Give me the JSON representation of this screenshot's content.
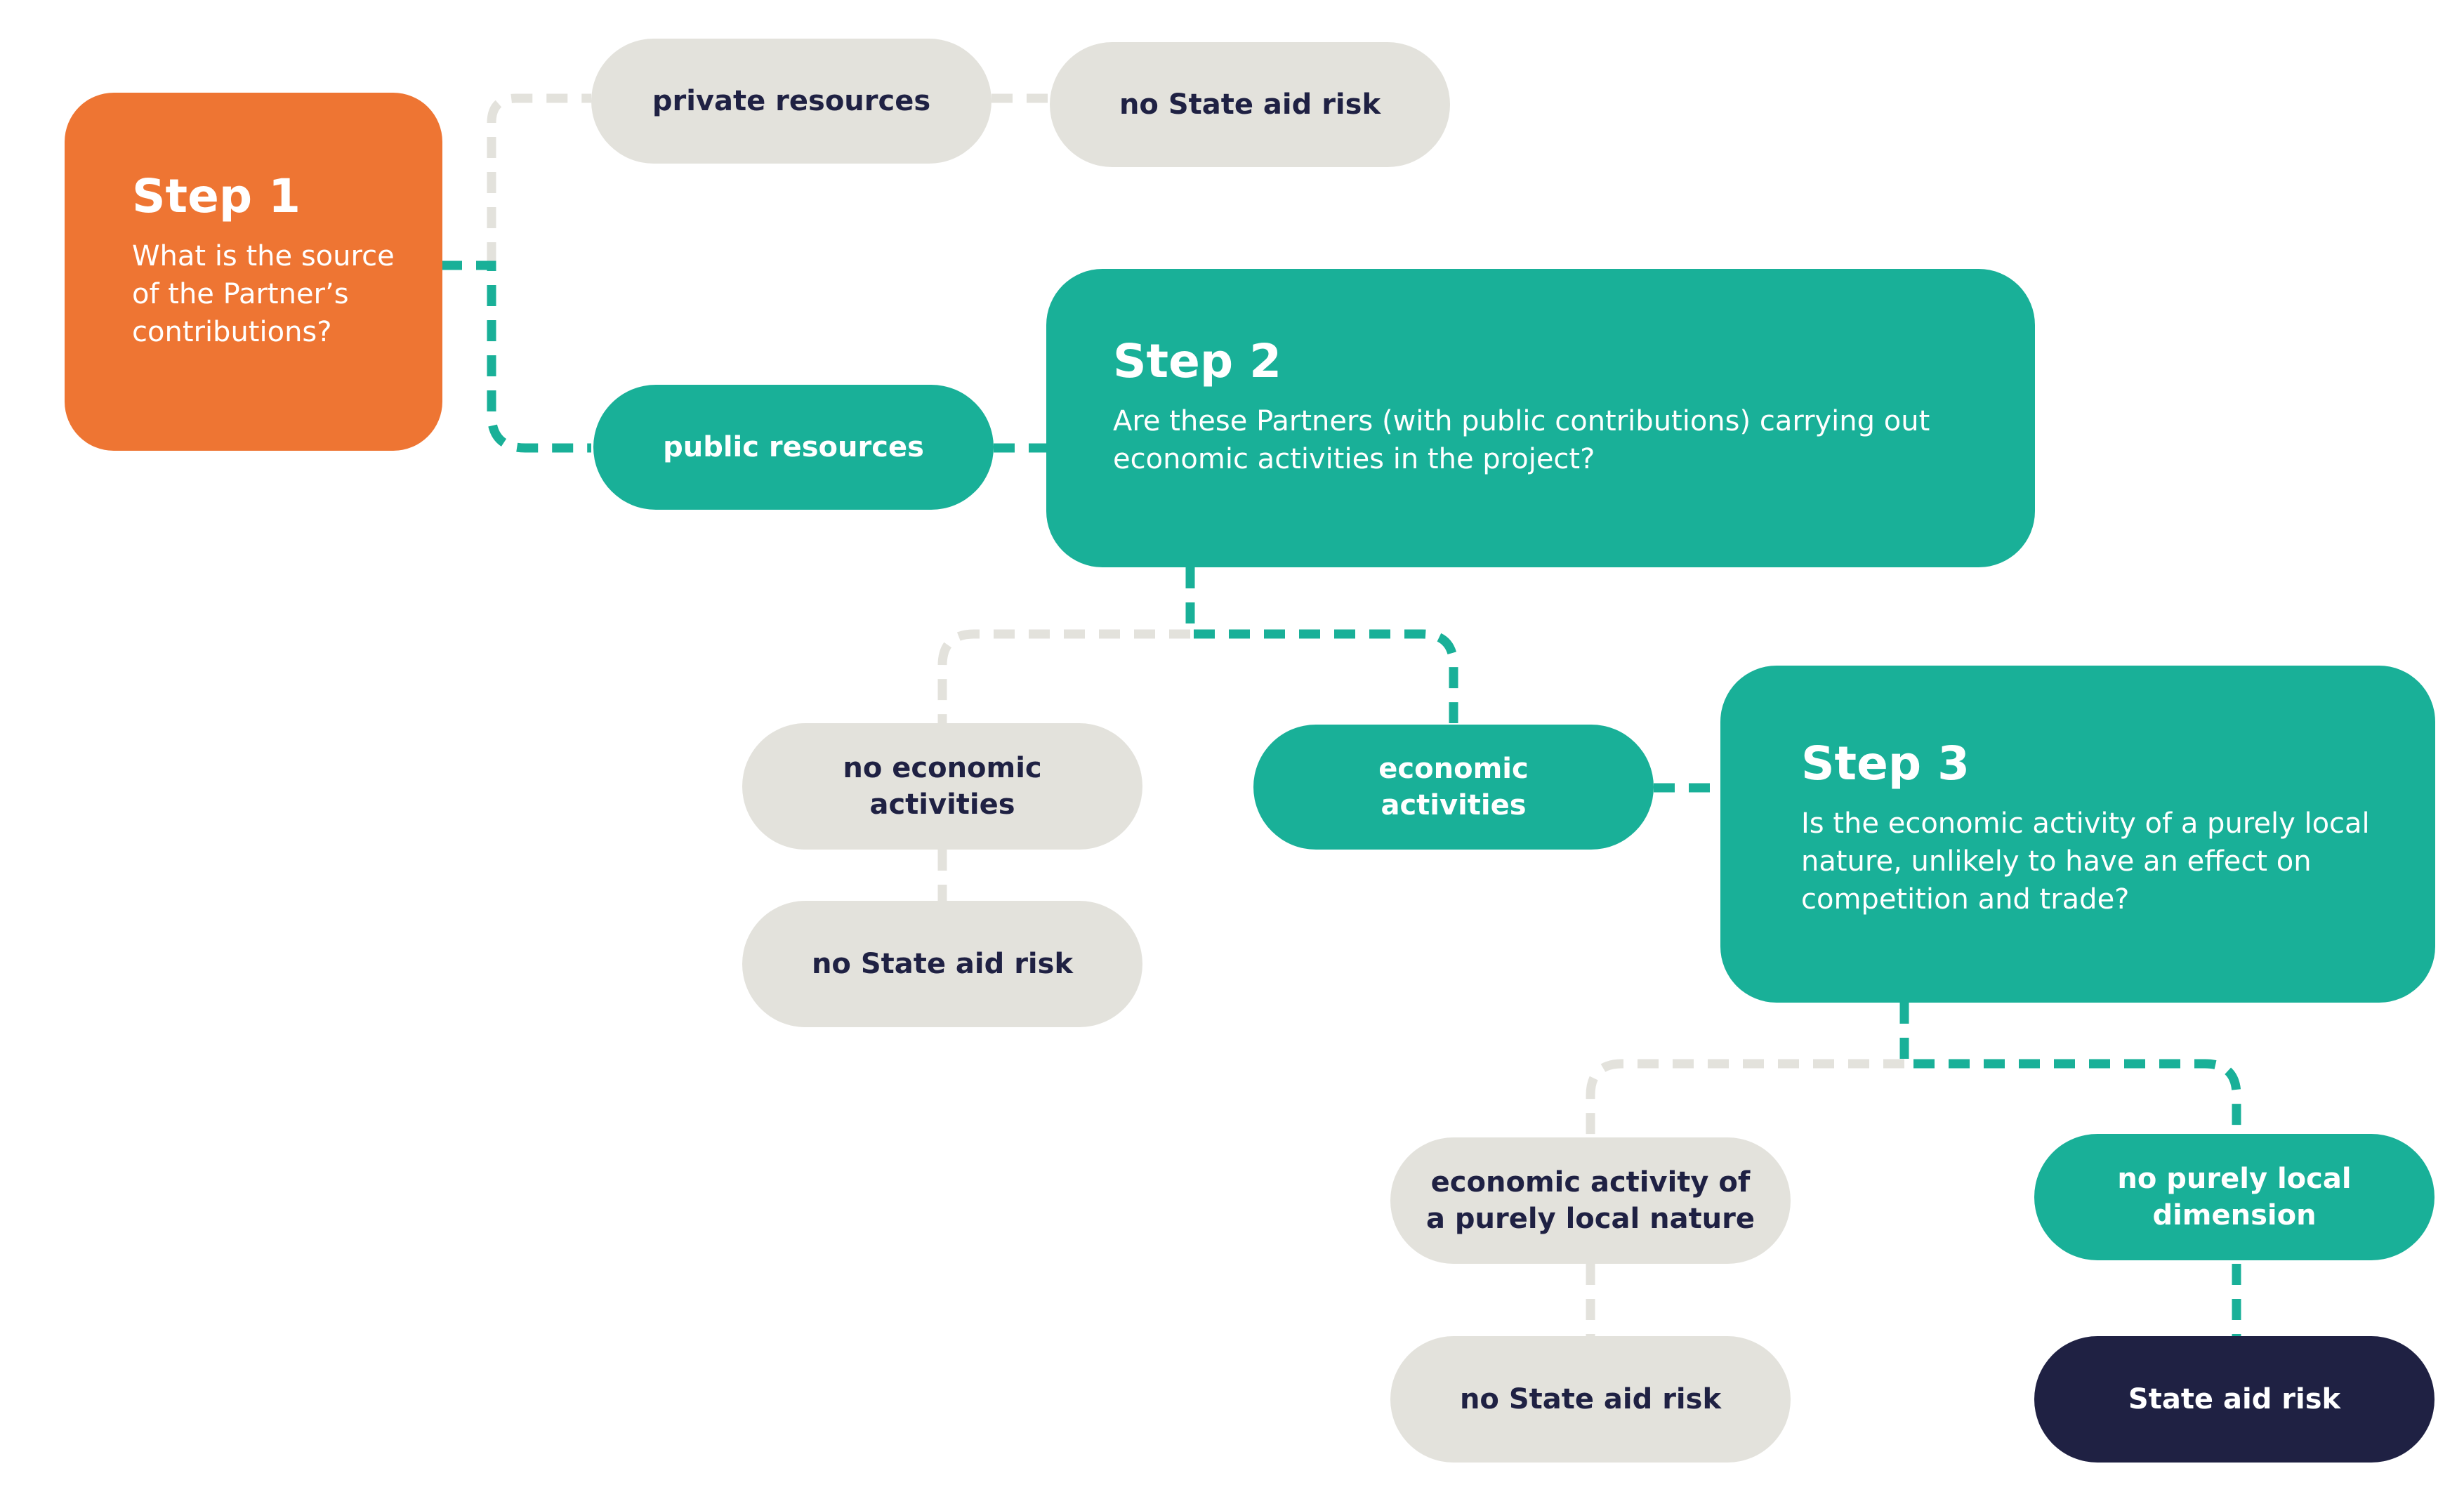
{
  "colors": {
    "orange": "#ee7533",
    "teal": "#19b098",
    "gray": "#e3e2dc",
    "navy": "#1f2143"
  },
  "step1": {
    "title": "Step 1",
    "question": "What is the source of the Partner’s contributions?"
  },
  "step2": {
    "title": "Step 2",
    "question": "Are these Partners (with public contributions) carrying out economic activities in the project?"
  },
  "step3": {
    "title": "Step 3",
    "question": "Is the economic activity of a purely local nature, unlikely to have an effect on competition and trade?"
  },
  "nodes": {
    "private_resources": "private resources",
    "no_risk_private": "no State aid risk",
    "public_resources": "public resources",
    "no_economic_activities": "no economic activities",
    "economic_activities": "economic activities",
    "no_risk_noneconomic": "no State aid risk",
    "purely_local": "economic activity of a purely local nature",
    "no_purely_local": "no purely local dimension",
    "no_risk_local": "no State aid risk",
    "state_aid_risk": "State aid risk"
  }
}
